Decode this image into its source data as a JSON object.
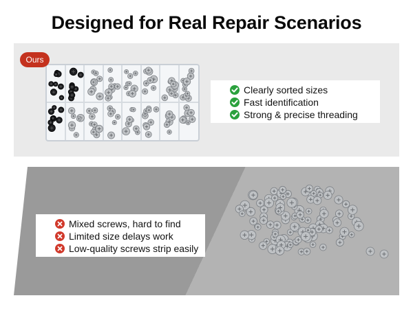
{
  "title": "Designed for Real Repair Scenarios",
  "badge": "Ours",
  "ours": {
    "features": [
      "Clearly sorted sizes",
      "Fast identification",
      "Strong & precise threading"
    ]
  },
  "others": {
    "issues": [
      "Mixed screws, hard to find",
      "Limited size delays work",
      "Low-quality screws strip easily"
    ]
  },
  "colors": {
    "badge": "#c4321e",
    "check": "#2ba13d",
    "cross": "#d1392b"
  },
  "icons": {
    "feature": "check-circle-icon",
    "issue": "x-circle-icon"
  }
}
